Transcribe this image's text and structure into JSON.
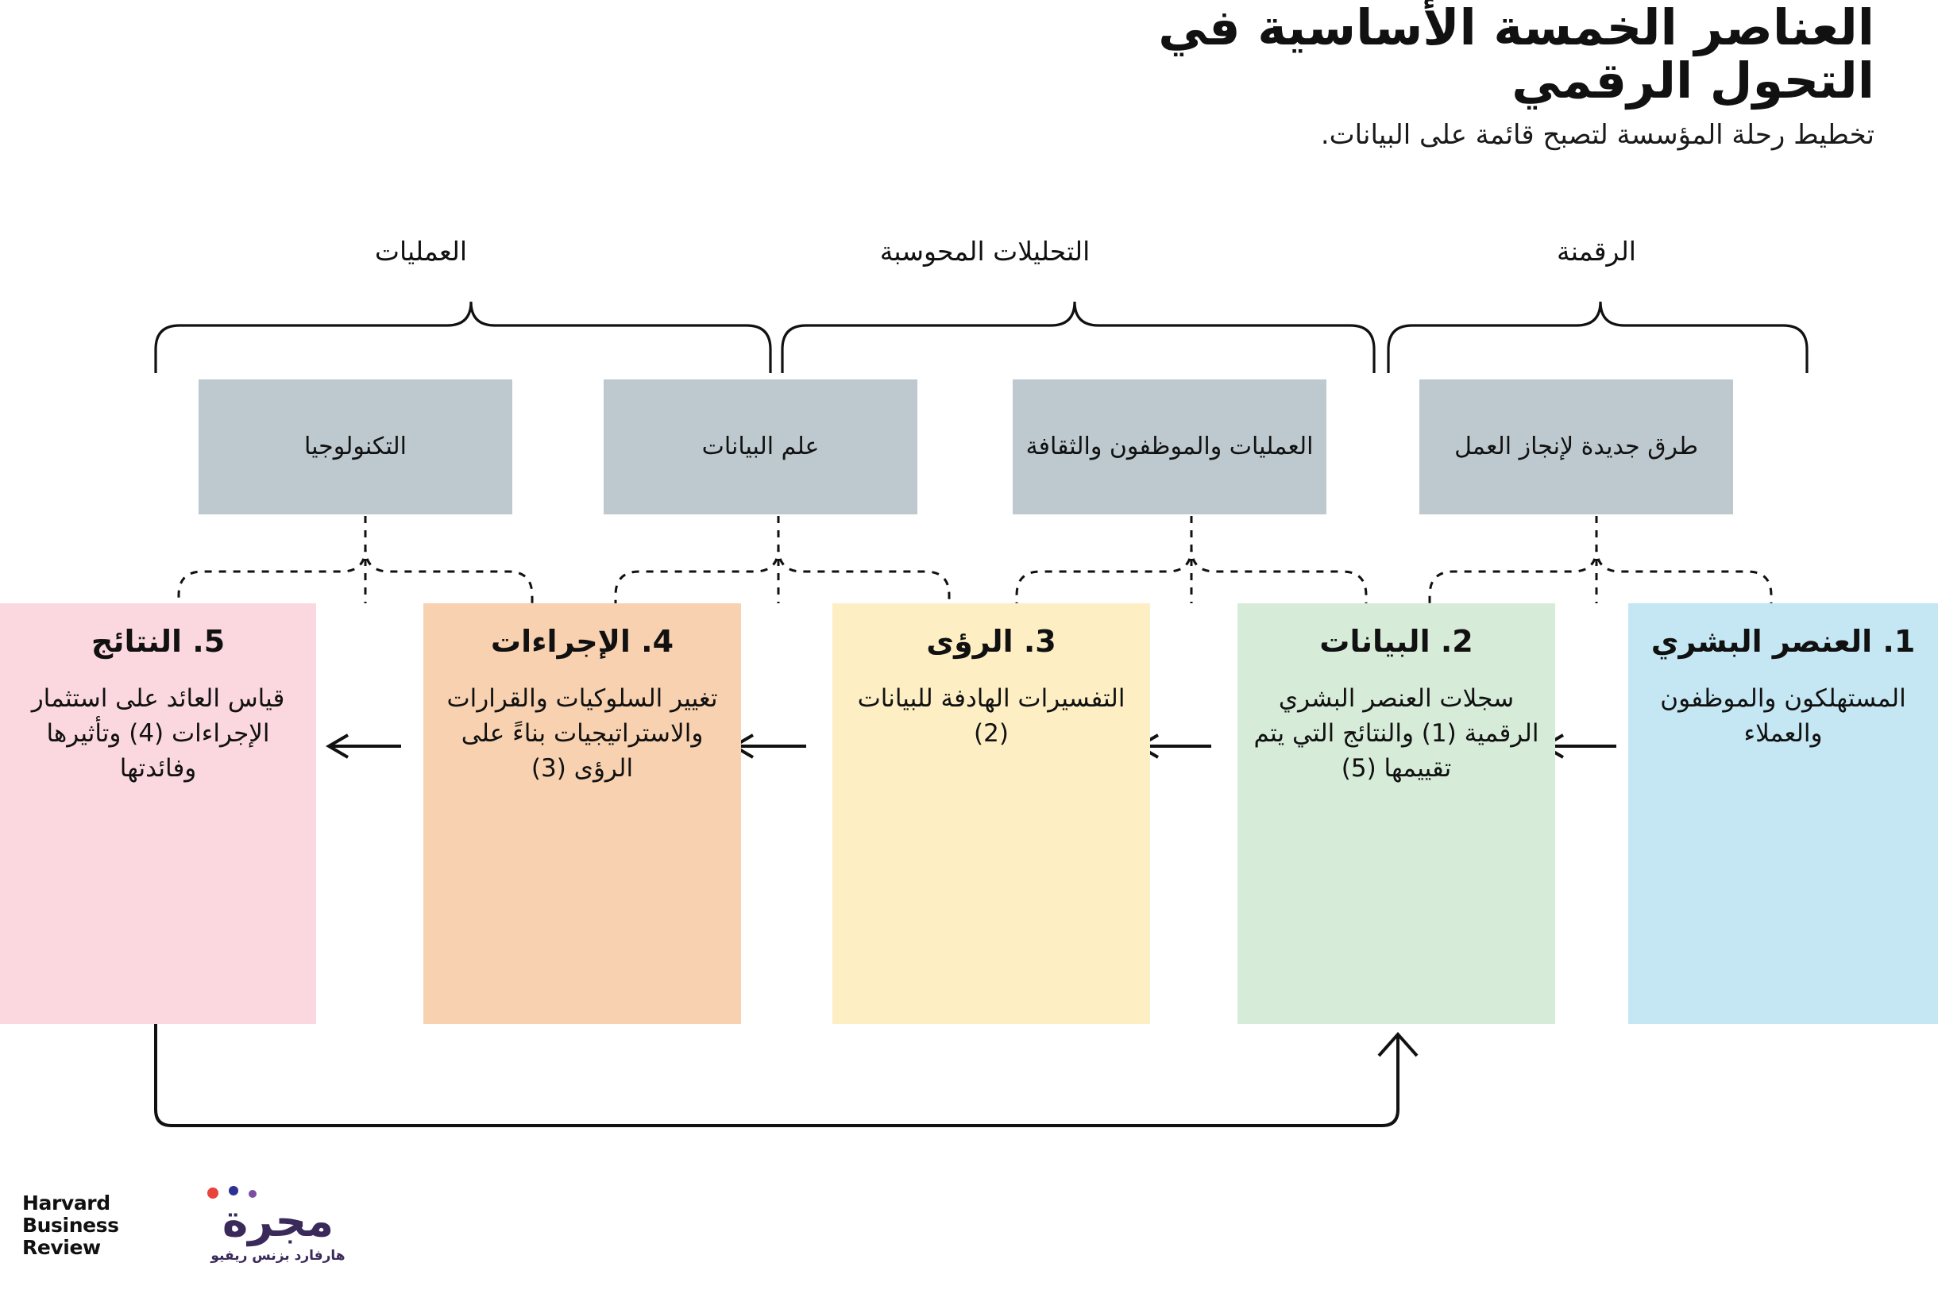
{
  "header": {
    "title_line1": "العناصر الخمسة الأساسية في",
    "title_line2": "التحول الرقمي",
    "subtitle": "تخطيط رحلة المؤسسة لتصبح قائمة على البيانات."
  },
  "groups": [
    {
      "id": "operations",
      "label": "العمليات"
    },
    {
      "id": "analytics",
      "label": "التحليلات المحوسبة"
    },
    {
      "id": "digitization",
      "label": "الرقمنة"
    }
  ],
  "enablers": [
    {
      "id": "ways-of-working",
      "label": "طرق جديدة لإنجاز العمل"
    },
    {
      "id": "process-people",
      "label": "العمليات والموظفون والثقافة"
    },
    {
      "id": "data-science",
      "label": "علم البيانات"
    },
    {
      "id": "technology",
      "label": "التكنولوجيا"
    }
  ],
  "stages": [
    {
      "number": "5",
      "title": "5. النتائج",
      "body": "قياس العائد على استثمار الإجراءات (4) وتأثيرها وفائدتها",
      "color": "#fbd8e0"
    },
    {
      "number": "4",
      "title": "4. الإجراءات",
      "body": "تغيير السلوكيات والقرارات والاستراتيجيات بناءً على الرؤى (3)",
      "color": "#f8d2b0"
    },
    {
      "number": "3",
      "title": "3. الرؤى",
      "body": "التفسيرات الهادفة للبيانات (2)",
      "color": "#fdeec4"
    },
    {
      "number": "2",
      "title": "2. البيانات",
      "body": "سجلات العنصر البشري الرقمية (1) والنتائج التي يتم تقييمها (5)",
      "color": "#d7ebd9"
    },
    {
      "number": "1",
      "title": "1. العنصر البشري",
      "body": "المستهلكون والموظفون والعملاء",
      "color": "#c5e7f3"
    }
  ],
  "footer": {
    "brand_line1": "Harvard",
    "brand_line2": "Business",
    "brand_line3": "Review",
    "publisher_mark": "مجرة",
    "publisher_sub": "هارفارد بزنس ريفيو"
  },
  "colors": {
    "gray_box": "#bdc9ce",
    "stroke": "#111111",
    "background": "#ffffff"
  }
}
